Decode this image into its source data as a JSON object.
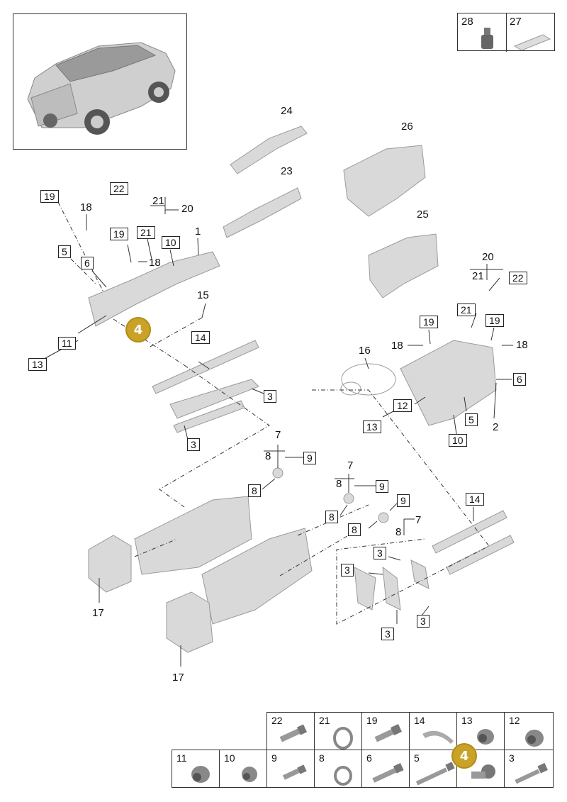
{
  "callouts": {
    "c24": "24",
    "c23": "23",
    "c26": "26",
    "c25": "25",
    "c19a": "19",
    "c18a": "18",
    "c22a": "22",
    "c21a": "21",
    "c20a": "20",
    "c19b": "19",
    "c21b": "21",
    "c10a": "10",
    "c1": "1",
    "c18b": "18",
    "c5a": "5",
    "c6a": "6",
    "c15": "15",
    "c14a": "14",
    "c11": "11",
    "c13a": "13",
    "c3a": "3",
    "c3b": "3",
    "c7a": "7",
    "c8a": "8",
    "c9a": "9",
    "c8b": "8",
    "c20b": "20",
    "c21c": "21",
    "c22b": "22",
    "c21d": "21",
    "c19c": "19",
    "c19d": "19",
    "c18c": "18",
    "c18d": "18",
    "c16": "16",
    "c6b": "6",
    "c12": "12",
    "c2": "2",
    "c13b": "13",
    "c5b": "5",
    "c10b": "10",
    "c7b": "7",
    "c8c": "8",
    "c9b": "9",
    "c9c": "9",
    "c8d": "8",
    "c8e": "8",
    "c8f": "8",
    "c7c": "7",
    "c14b": "14",
    "c3c": "3",
    "c3d": "3",
    "c3e": "3",
    "c3f": "3",
    "c17a": "17",
    "c17b": "17"
  },
  "badge_main": "4",
  "top_right_legend": [
    {
      "num": "28",
      "icon": "sealant-bottle-icon"
    },
    {
      "num": "27",
      "icon": "grease-tube-icon"
    }
  ],
  "parts_legend_row1": [
    {
      "num": "22",
      "icon": "bolt-icon"
    },
    {
      "num": "21",
      "icon": "seal-ring-icon"
    },
    {
      "num": "19",
      "icon": "bolt-icon"
    },
    {
      "num": "14",
      "icon": "half-shell-icon"
    },
    {
      "num": "13",
      "icon": "plug-icon"
    },
    {
      "num": "12",
      "icon": "plug-icon"
    }
  ],
  "parts_legend_row2": [
    {
      "num": "11",
      "icon": "plug-icon"
    },
    {
      "num": "10",
      "icon": "plug-icon"
    },
    {
      "num": "9",
      "icon": "bolt-icon"
    },
    {
      "num": "8",
      "icon": "seal-ring-icon"
    },
    {
      "num": "6",
      "icon": "bolt-icon"
    },
    {
      "num": "5",
      "icon": "long-bolt-icon"
    },
    {
      "num": "4",
      "icon": "fitting-icon"
    },
    {
      "num": "3",
      "icon": "bolt-icon"
    }
  ],
  "legend_badge": "4"
}
